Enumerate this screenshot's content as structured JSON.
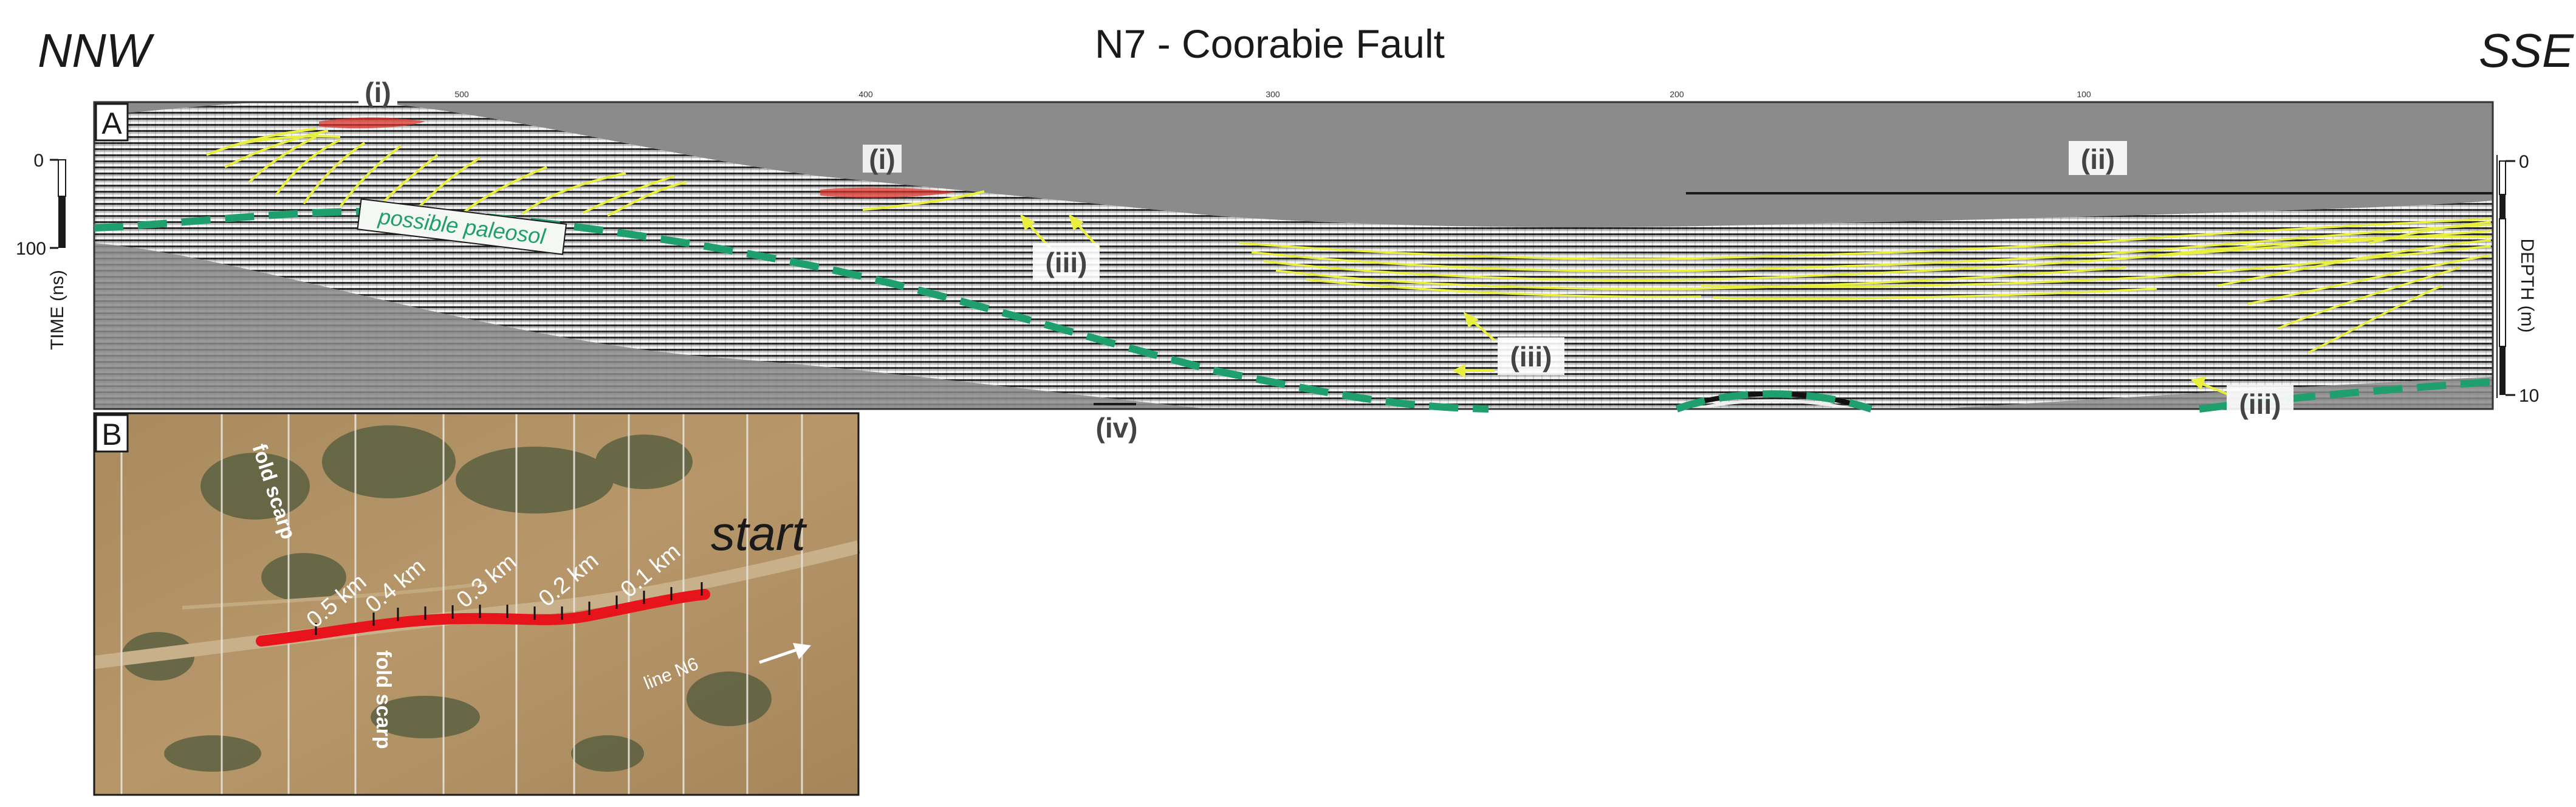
{
  "figure": {
    "title": "N7 - Coorabie Fault",
    "left_direction": "NNW",
    "right_direction": "SSE"
  },
  "panel_a": {
    "label": "A",
    "distance_ticks": [
      "500",
      "400",
      "300",
      "200",
      "100"
    ],
    "time_axis": {
      "title": "TIME (ns)",
      "ticks": [
        "0",
        "100"
      ]
    },
    "depth_axis": {
      "title": "DEPTH (m)",
      "ticks": [
        "0",
        "10"
      ]
    },
    "annotations": {
      "i_left": "(i)",
      "i_mid": "(i)",
      "ii": "(ii)",
      "iii_1": "(iii)",
      "iii_2": "(iii)",
      "iii_3": "(iii)",
      "iv": "(iv)",
      "paleosol": "possible paleosol"
    },
    "colors": {
      "reflector": "#e8ef3c",
      "paleosol_line": "#1f9e6e",
      "red_zone": "#d9342b",
      "background": "#8a8a8a"
    }
  },
  "panel_b": {
    "label": "B",
    "start_label": "start",
    "distance_labels": [
      "0.5 km",
      "0.4 km",
      "0.3 km",
      "0.2 km",
      "0.1 km"
    ],
    "fold_scarp_top": "fold scarp",
    "fold_scarp_bottom": "fold scarp",
    "line_label": "line N6",
    "colors": {
      "survey_line": "#e8141c",
      "ground": "#b08f62"
    }
  }
}
